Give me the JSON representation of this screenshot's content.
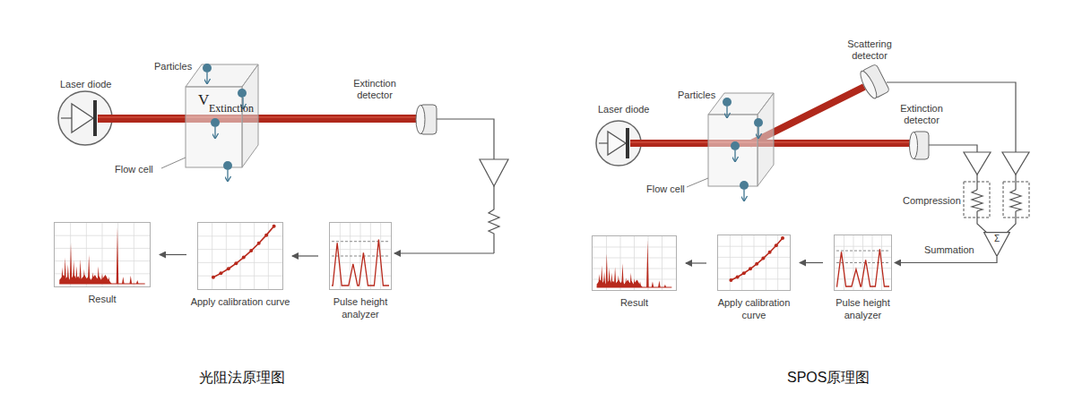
{
  "diagram": {
    "nodes": [
      {
        "text": [
          "Pulse height analyzer"
        ]
      },
      {
        "text": [
          "Apply calibration curve"
        ]
      },
      {
        "text": [
          "Result"
        ]
      },
      {
        "text": [
          "Pulse height analyzer"
        ]
      },
      {
        "text": [
          "Apply calibration curve"
        ]
      },
      {
        "text": [
          "Result"
        ]
      },
      {
        "text": [
          "Σ"
        ]
      }
    ],
    "edges": [
      {
        "from": 0,
        "to": 1,
        "arrow": "to"
      },
      {
        "from": 1,
        "to": 2,
        "arrow": "to"
      },
      {
        "from": 3,
        "to": 4,
        "arrow": "to"
      },
      {
        "from": 4,
        "to": 5,
        "arrow": "to"
      },
      {
        "from": 6,
        "to": 3,
        "arrow": "to"
      }
    ],
    "labels": [
      "Laser diode",
      "Particles",
      "V",
      "Extinction",
      "Flow cell",
      "Extinction detector",
      "光阻法原理图",
      "Laser diode",
      "Particles",
      "Scattering detector",
      "Extinction detector",
      "Flow cell",
      "Compression",
      "Summation",
      "SPOS原理图"
    ]
  }
}
